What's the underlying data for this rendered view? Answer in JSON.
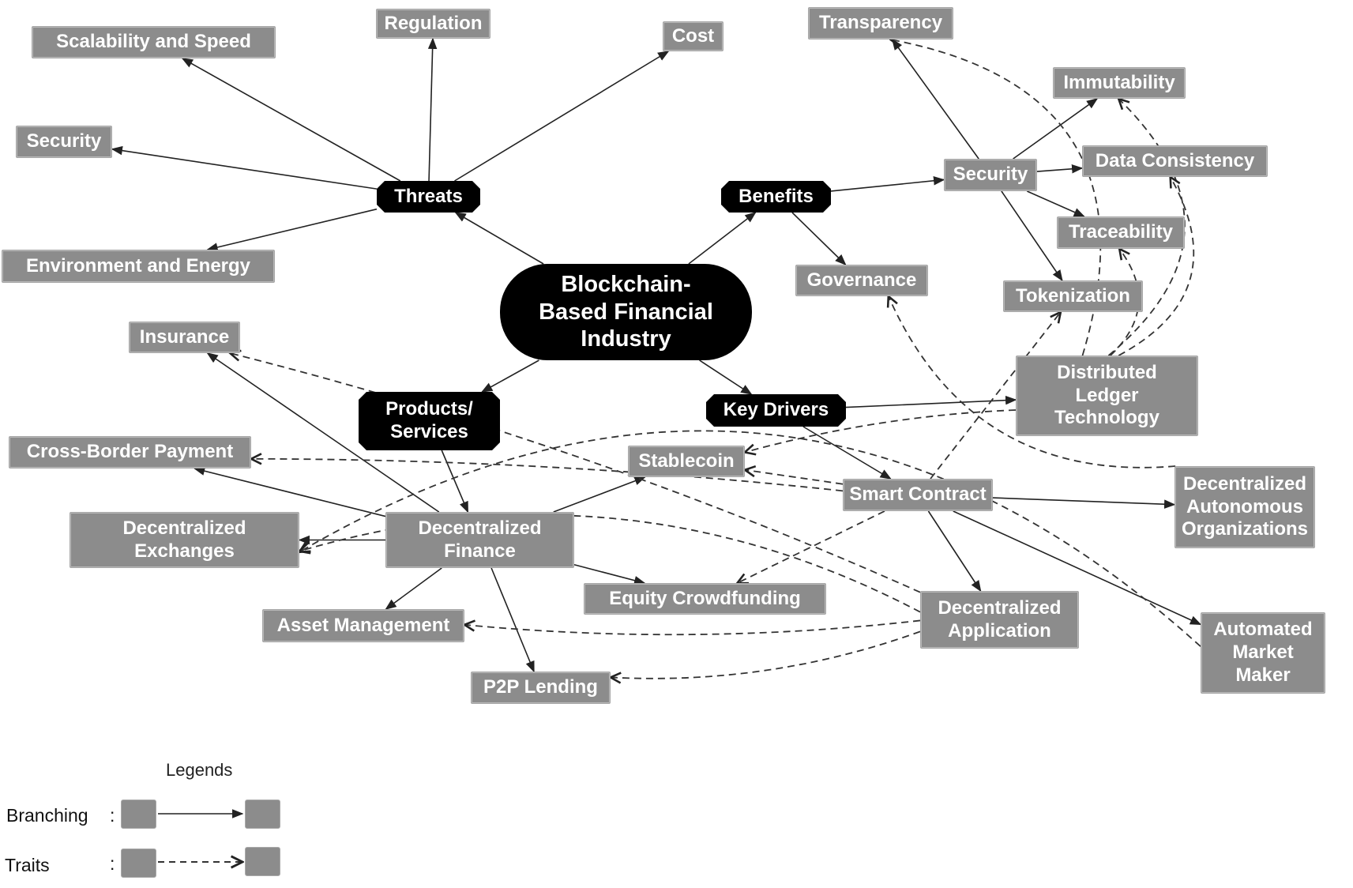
{
  "diagram": {
    "root": {
      "id": "root",
      "label": "Blockchain-\nBased Financial\nIndustry"
    },
    "categories": [
      {
        "id": "threats",
        "label": "Threats"
      },
      {
        "id": "benefits",
        "label": "Benefits"
      },
      {
        "id": "products",
        "label": "Products/\nServices"
      },
      {
        "id": "drivers",
        "label": "Key Drivers"
      }
    ],
    "nodes": [
      {
        "id": "scal",
        "label": "Scalability and Speed"
      },
      {
        "id": "reg",
        "label": "Regulation"
      },
      {
        "id": "cost",
        "label": "Cost"
      },
      {
        "id": "tsec",
        "label": "Security"
      },
      {
        "id": "env",
        "label": "Environment and Energy"
      },
      {
        "id": "trans",
        "label": "Transparency"
      },
      {
        "id": "immu",
        "label": "Immutability"
      },
      {
        "id": "bsec",
        "label": "Security"
      },
      {
        "id": "dcon",
        "label": "Data Consistency"
      },
      {
        "id": "trace",
        "label": "Traceability"
      },
      {
        "id": "gov",
        "label": "Governance"
      },
      {
        "id": "token",
        "label": "Tokenization"
      },
      {
        "id": "dlt",
        "label": "Distributed\nLedger\nTechnology"
      },
      {
        "id": "ins",
        "label": "Insurance"
      },
      {
        "id": "cbp",
        "label": "Cross-Border Payment"
      },
      {
        "id": "stable",
        "label": "Stablecoin"
      },
      {
        "id": "smart",
        "label": "Smart Contract"
      },
      {
        "id": "dao",
        "label": "Decentralized\nAutonomous\nOrganizations"
      },
      {
        "id": "dex",
        "label": "Decentralized\nExchanges"
      },
      {
        "id": "defi",
        "label": "Decentralized\nFinance"
      },
      {
        "id": "equity",
        "label": "Equity Crowdfunding"
      },
      {
        "id": "dapp",
        "label": "Decentralized\nApplication"
      },
      {
        "id": "amm",
        "label": "Automated\nMarket\nMaker"
      },
      {
        "id": "asset",
        "label": "Asset Management"
      },
      {
        "id": "p2p",
        "label": "P2P Lending"
      }
    ],
    "branching_edges": [
      [
        "root",
        "threats"
      ],
      [
        "root",
        "benefits"
      ],
      [
        "root",
        "products"
      ],
      [
        "root",
        "drivers"
      ],
      [
        "threats",
        "scal"
      ],
      [
        "threats",
        "reg"
      ],
      [
        "threats",
        "cost"
      ],
      [
        "threats",
        "tsec"
      ],
      [
        "threats",
        "env"
      ],
      [
        "benefits",
        "bsec"
      ],
      [
        "benefits",
        "gov"
      ],
      [
        "bsec",
        "trans"
      ],
      [
        "bsec",
        "immu"
      ],
      [
        "bsec",
        "dcon"
      ],
      [
        "bsec",
        "trace"
      ],
      [
        "bsec",
        "token"
      ],
      [
        "products",
        "defi"
      ],
      [
        "defi",
        "ins"
      ],
      [
        "defi",
        "cbp"
      ],
      [
        "defi",
        "dex"
      ],
      [
        "defi",
        "stable"
      ],
      [
        "defi",
        "equity"
      ],
      [
        "defi",
        "asset"
      ],
      [
        "defi",
        "p2p"
      ],
      [
        "drivers",
        "dlt"
      ],
      [
        "drivers",
        "smart"
      ],
      [
        "smart",
        "dao"
      ],
      [
        "smart",
        "dapp"
      ],
      [
        "smart",
        "amm"
      ]
    ],
    "trait_edges": [
      [
        "dlt",
        "trans"
      ],
      [
        "dlt",
        "immu"
      ],
      [
        "dlt",
        "dcon"
      ],
      [
        "dlt",
        "trace"
      ],
      [
        "dlt",
        "stable"
      ],
      [
        "smart",
        "token"
      ],
      [
        "smart",
        "stable"
      ],
      [
        "smart",
        "cbp"
      ],
      [
        "smart",
        "equity"
      ],
      [
        "dao",
        "gov"
      ],
      [
        "dapp",
        "ins"
      ],
      [
        "dapp",
        "asset"
      ],
      [
        "dapp",
        "p2p"
      ],
      [
        "dapp",
        "dex"
      ],
      [
        "amm",
        "dex"
      ]
    ]
  },
  "legend": {
    "title": "Legends",
    "items": [
      {
        "label": "Branching",
        "separator": ":",
        "style": "solid"
      },
      {
        "label": "Traits",
        "separator": ":",
        "style": "dashed"
      }
    ]
  },
  "colors": {
    "leaf_fill": "#8c8c8c",
    "category_fill": "#000000",
    "text_light": "#ffffff",
    "edge": "#222222"
  }
}
